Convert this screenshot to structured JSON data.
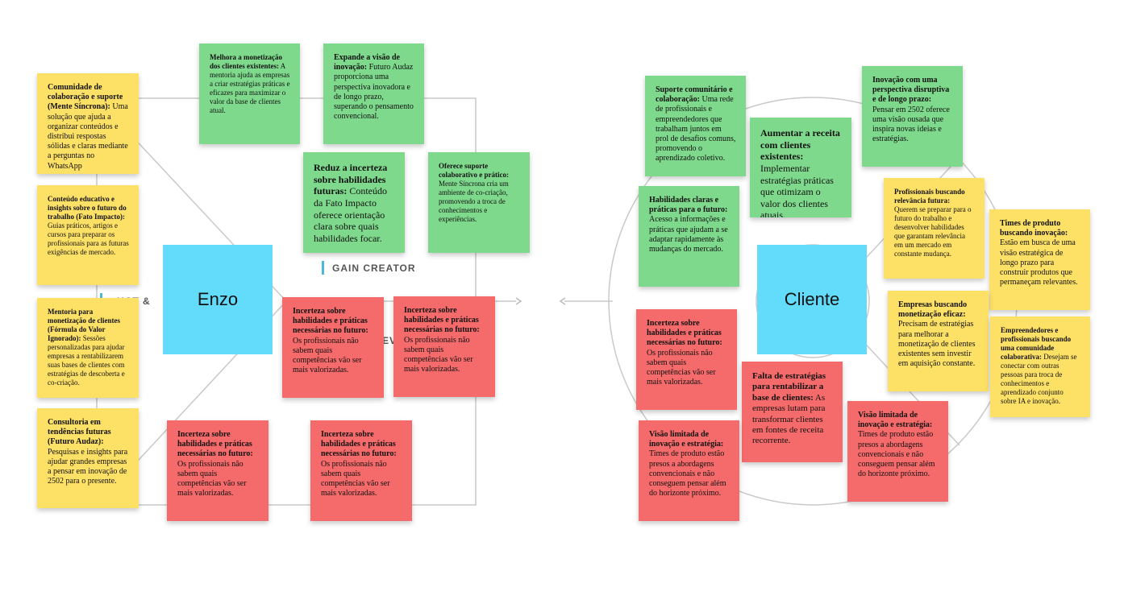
{
  "labels": {
    "gain_creator": "GAIN CREATOR",
    "product_partial": "UCT &",
    "pain_partial": "EV"
  },
  "left": {
    "center": "Enzo",
    "yellow": [
      {
        "title": "Comunidade de colaboração e suporte (Mente Síncrona):",
        "body": "Uma solução que ajuda a organizar conteúdos e distribui respostas sólidas e claras mediante a perguntas no WhatsApp"
      },
      {
        "title": "Conteúdo educativo e insights sobre o futuro do trabalho (Fato Impacto):",
        "body": "Guias práticos, artigos e cursos para preparar os profissionais para as futuras exigências de mercado."
      },
      {
        "title": "Mentoria para monetização de clientes (Fórmula do Valor Ignorado):",
        "body": "Sessões personalizadas para ajudar empresas a rentabilizarem suas bases de clientes com estratégias de descoberta e co-criação."
      },
      {
        "title": "Consultoria em tendências futuras (Futuro Audaz):",
        "body": "Pesquisas e insights para ajudar grandes empresas a pensar em inovação de 2502 para o presente."
      }
    ],
    "green": [
      {
        "title": "Melhora a monetização dos clientes existentes:",
        "body": "A mentoria ajuda as empresas a criar estratégias práticas e eficazes para maximizar o valor da base de clientes atual."
      },
      {
        "title": "Expande a visão de inovação:",
        "body": "Futuro Audaz proporciona uma perspectiva inovadora e de longo prazo, superando o pensamento convencional."
      },
      {
        "title": "Reduz a incerteza sobre habilidades futuras:",
        "body": "Conteúdo da Fato Impacto oferece orientação clara sobre quais habilidades focar."
      },
      {
        "title": "Oferece suporte colaborativo e prático:",
        "body": "Mente Síncrona cria um ambiente de co-criação, promovendo a troca de conhecimentos e experiências."
      }
    ],
    "red": [
      {
        "title": "Incerteza sobre habilidades e práticas necessárias no futuro:",
        "body": "Os profissionais não sabem quais competências vão ser mais valorizadas."
      },
      {
        "title": "Incerteza sobre habilidades e práticas necessárias no futuro:",
        "body": "Os profissionais não sabem quais competências vão ser mais valorizadas."
      },
      {
        "title": "Incerteza sobre habilidades e práticas necessárias no futuro:",
        "body": "Os profissionais não sabem quais competências vão ser mais valorizadas."
      },
      {
        "title": "Incerteza sobre habilidades e práticas necessárias no futuro:",
        "body": "Os profissionais não sabem quais competências vão ser mais valorizadas."
      }
    ]
  },
  "right": {
    "center": "Cliente",
    "green": [
      {
        "title": "Suporte comunitário e colaboração:",
        "body": "Uma rede de profissionais e empreendedores que trabalham juntos em prol de desafios comuns, promovendo o aprendizado coletivo."
      },
      {
        "title": "Aumentar a receita com clientes existentes:",
        "body": "Implementar estratégias práticas que otimizam o valor dos clientes atuais."
      },
      {
        "title": "Inovação com uma perspectiva disruptiva e de longo prazo:",
        "body": "Pensar em 2502 oferece uma visão ousada que inspira novas ideias e estratégias."
      },
      {
        "title": "Habilidades claras e práticas para o futuro:",
        "body": "Acesso a informações e práticas que ajudam a se adaptar rapidamente às mudanças do mercado."
      }
    ],
    "yellow": [
      {
        "title": "Profissionais buscando relevância futura:",
        "body": "Querem se preparar para o futuro do trabalho e desenvolver habilidades que garantam relevância em um mercado em constante mudança."
      },
      {
        "title": "Times de produto buscando inovação:",
        "body": "Estão em busca de uma visão estratégica de longo prazo para construir produtos que permaneçam relevantes."
      },
      {
        "title": "Empresas buscando monetização eficaz:",
        "body": "Precisam de estratégias para melhorar a monetização de clientes existentes sem investir em aquisição constante."
      },
      {
        "title": "Empreendedores e profissionais buscando uma comunidade colaborativa:",
        "body": "Desejam se conectar com outras pessoas para troca de conhecimentos e aprendizado conjunto sobre IA e inovação."
      }
    ],
    "red": [
      {
        "title": "Incerteza sobre habilidades e práticas necessárias no futuro:",
        "body": "Os profissionais não sabem quais competências vão ser mais valorizadas."
      },
      {
        "title": "Falta de estratégias para rentabilizar a base de clientes:",
        "body": "As empresas lutam para transformar clientes em fontes de receita recorrente."
      },
      {
        "title": "Visão limitada de inovação e estratégia:",
        "body": "Times de produto estão presos a abordagens convencionais e não conseguem pensar além do horizonte próximo."
      },
      {
        "title": "Visão limitada de inovação e estratégia:",
        "body": "Times de produto estão presos a abordagens convencionais e não conseguem pensar além do horizonte próximo."
      }
    ]
  }
}
